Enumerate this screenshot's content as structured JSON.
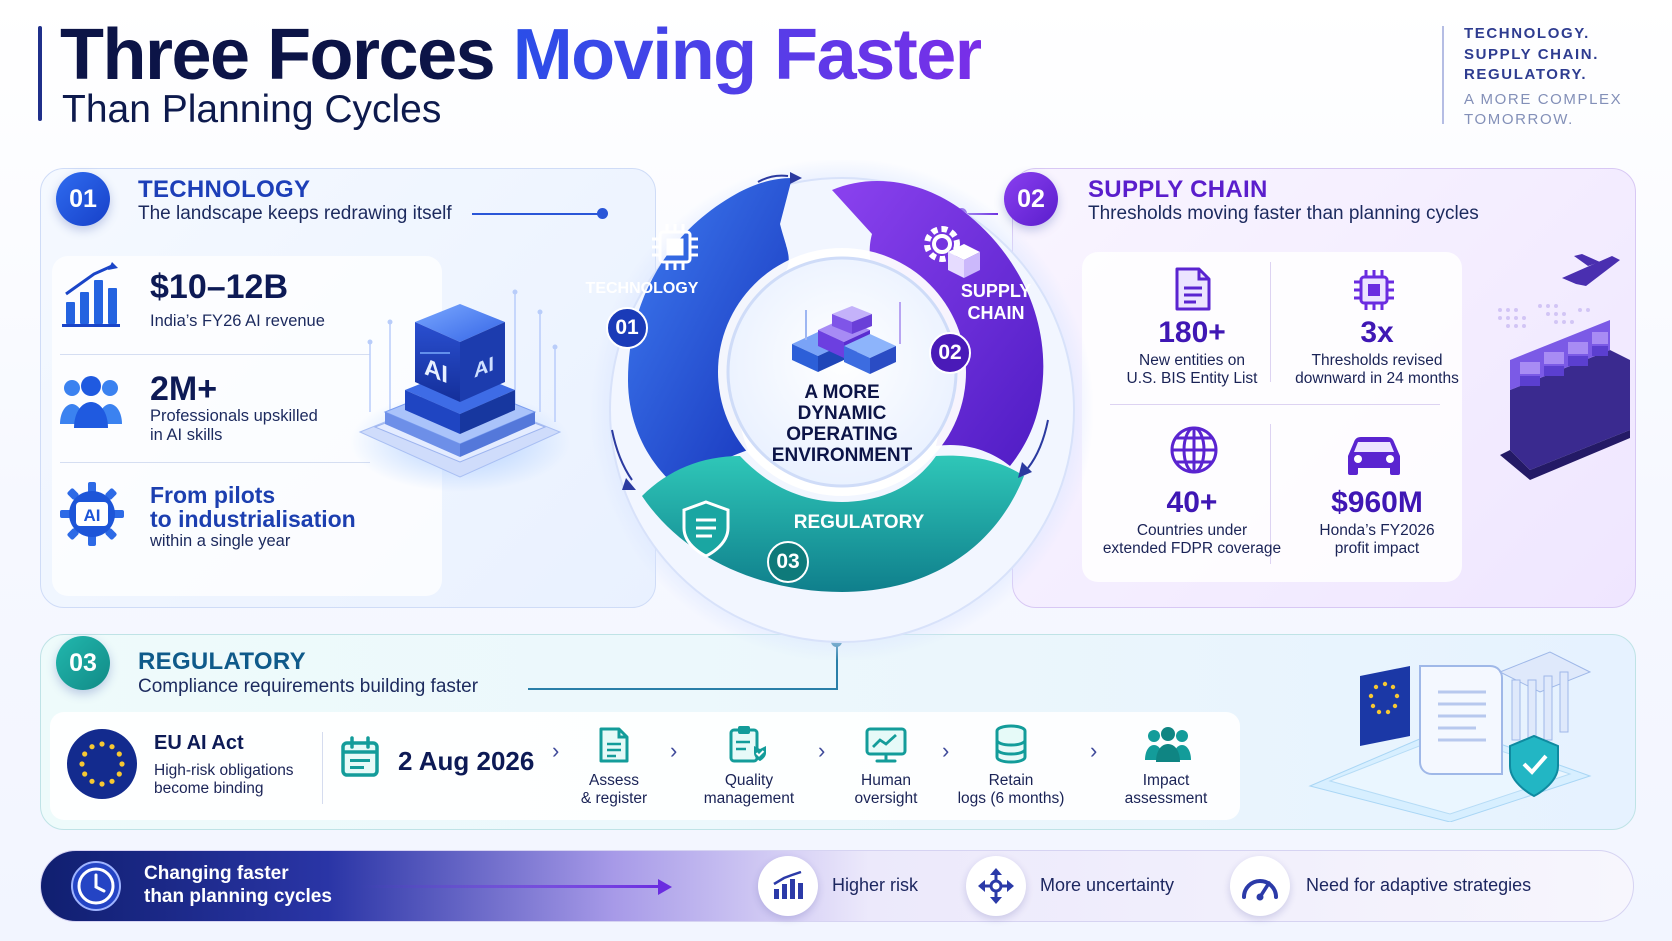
{
  "header": {
    "title_part1": "Three Forces ",
    "title_part2": "Moving Faster",
    "subtitle": "Than Planning Cycles",
    "tag_lines": [
      "TECHNOLOGY.",
      "SUPPLY CHAIN.",
      "REGULATORY."
    ],
    "tag_sub_lines": [
      "A MORE COMPLEX",
      "TOMORROW."
    ]
  },
  "technology": {
    "number": "01",
    "title": "TECHNOLOGY",
    "subtitle": "The landscape keeps redrawing itself",
    "stats": [
      {
        "value": "$10–12B",
        "label": "India’s FY26 AI revenue",
        "icon": "bar-chart-icon"
      },
      {
        "value": "2M+",
        "label_lines": [
          "Professionals upskilled",
          "in AI skills"
        ],
        "icon": "people-icon"
      },
      {
        "value_lines": [
          "From pilots",
          "to industrialisation"
        ],
        "label": "within a single year",
        "icon": "ai-gear-icon"
      }
    ],
    "illustration_text": [
      "AI",
      "AI"
    ]
  },
  "supply_chain": {
    "number": "02",
    "title": "SUPPLY CHAIN",
    "subtitle": "Thresholds moving faster than planning cycles",
    "stats": [
      {
        "value": "180+",
        "label_lines": [
          "New entities on",
          "U.S. BIS Entity List"
        ],
        "icon": "document-icon"
      },
      {
        "value": "3x",
        "label_lines": [
          "Thresholds revised",
          "downward in 24 months"
        ],
        "icon": "chip-icon"
      },
      {
        "value": "40+",
        "label_lines": [
          "Countries under",
          "extended FDPR coverage"
        ],
        "icon": "globe-icon"
      },
      {
        "value": "$960M",
        "label_lines": [
          "Honda’s FY2026",
          "profit impact"
        ],
        "icon": "car-icon"
      }
    ]
  },
  "regulatory": {
    "number": "03",
    "title": "REGULATORY",
    "subtitle": "Compliance requirements building faster",
    "act_title": "EU AI Act",
    "act_lines": [
      "High-risk obligations",
      "become binding"
    ],
    "date": "2 Aug 2026",
    "steps": [
      {
        "lines": [
          "Assess",
          "& register"
        ],
        "icon": "document-icon"
      },
      {
        "lines": [
          "Quality",
          "management"
        ],
        "icon": "clipboard-check-icon"
      },
      {
        "lines": [
          "Human",
          "oversight"
        ],
        "icon": "monitor-chart-icon"
      },
      {
        "lines": [
          "Retain",
          "logs (6 months)"
        ],
        "icon": "database-icon"
      },
      {
        "lines": [
          "Impact",
          "assessment"
        ],
        "icon": "people-icon"
      }
    ]
  },
  "center": {
    "tech_label": "TECHNOLOGY",
    "tech_num": "01",
    "supply_label_lines": [
      "SUPPLY",
      "CHAIN"
    ],
    "supply_num": "02",
    "reg_label": "REGULATORY",
    "reg_num": "03",
    "core_lines": [
      "A MORE",
      "DYNAMIC",
      "OPERATING",
      "ENVIRONMENT"
    ]
  },
  "bottom": {
    "lead_lines": [
      "Changing faster",
      "than planning cycles"
    ],
    "items": [
      {
        "label": "Higher risk",
        "icon": "rising-chart-icon"
      },
      {
        "label": "More uncertainty",
        "icon": "arrows-out-icon"
      },
      {
        "label": "Need for adaptive strategies",
        "icon": "gauge-icon"
      }
    ]
  },
  "colors": {
    "tech_blue": "#1f4fd8",
    "supply_purple": "#6a2ce0",
    "regulatory_teal": "#169c9a",
    "navy": "#0c1447"
  }
}
